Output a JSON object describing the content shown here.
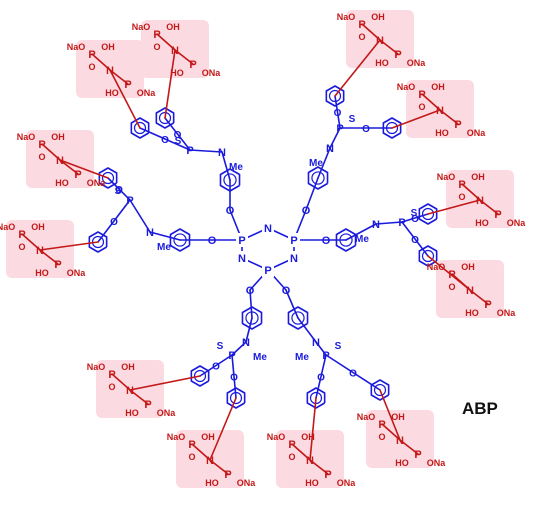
{
  "title": "ABP",
  "colors": {
    "core": "#1a1adc",
    "terminal": "#c41818",
    "highlight": "#fbdbe1",
    "title": "#111111"
  },
  "core_atoms": {
    "phosphorus": "P",
    "nitrogen": "N"
  },
  "linker_labels": {
    "oxygen": "O",
    "phosphorus": "P",
    "sulfur": "S",
    "nitrogen": "N",
    "methyl": "Me"
  },
  "terminal_labels": {
    "amine": "N",
    "phosphorus": "P",
    "oxo": "O",
    "hydroxyl": "OH",
    "hydroxyl_prefix": "HO",
    "sodium_salt": "ONa",
    "sodium_prefix": "NaO"
  }
}
